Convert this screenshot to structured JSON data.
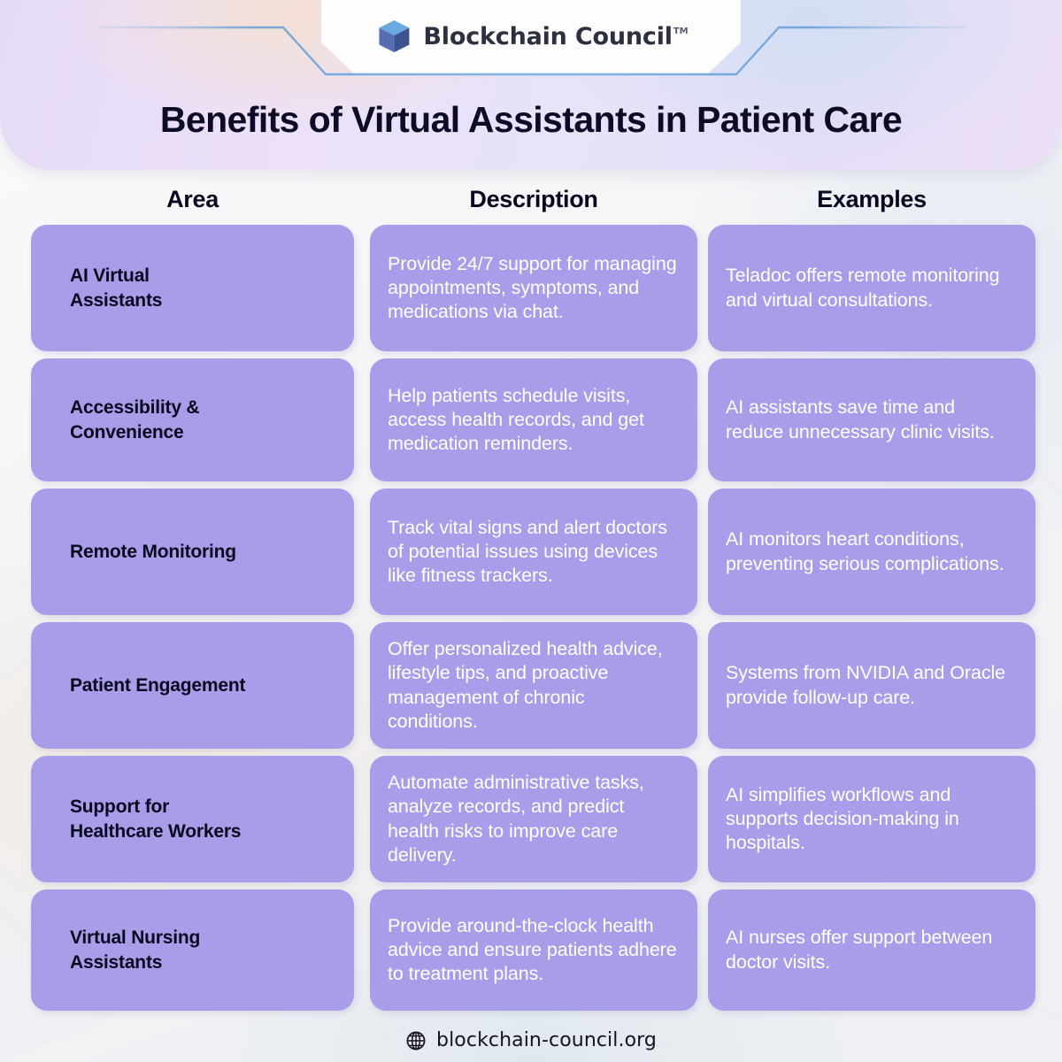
{
  "brand": {
    "logo_icon": "cube-icon",
    "name": "Blockchain Council",
    "trademark": "TM",
    "colors": {
      "cube_top": "#6aa9e0",
      "cube_left": "#5f77bd",
      "cube_right": "#3e5590",
      "card": "#a89de9",
      "title_text": "#0d0b25",
      "body_text": "#ffffff"
    }
  },
  "header": {
    "title": "Benefits of Virtual Assistants in Patient Care"
  },
  "table": {
    "columns": [
      "Area",
      "Description",
      "Examples"
    ],
    "rows": [
      {
        "area": "AI Virtual\nAssistants",
        "description": "Provide 24/7 support for managing appointments, symptoms, and medications via chat.",
        "example": "Teladoc offers remote monitoring and virtual consultations."
      },
      {
        "area": "Accessibility &\nConvenience",
        "description": "Help patients schedule visits, access health records, and get medication reminders.",
        "example": "AI assistants save time and reduce unnecessary clinic visits."
      },
      {
        "area": "Remote Monitoring",
        "description": "Track vital signs and alert doctors of potential issues using devices like fitness trackers.",
        "example": "AI monitors heart conditions, preventing serious complications."
      },
      {
        "area": "Patient Engagement",
        "description": "Offer personalized health advice, lifestyle tips, and proactive management of chronic conditions.",
        "example": "Systems from NVIDIA and Oracle provide follow-up care."
      },
      {
        "area": "Support for\nHealthcare Workers",
        "description": "Automate administrative tasks, analyze records, and predict health risks to improve care delivery.",
        "example": "AI simplifies workflows and supports decision-making in hospitals."
      },
      {
        "area": "Virtual Nursing\nAssistants",
        "description": "Provide around-the-clock health advice and ensure patients adhere to treatment plans.",
        "example": "AI nurses offer support between doctor visits."
      }
    ]
  },
  "footer": {
    "icon": "globe-icon",
    "website": "blockchain-council.org"
  }
}
